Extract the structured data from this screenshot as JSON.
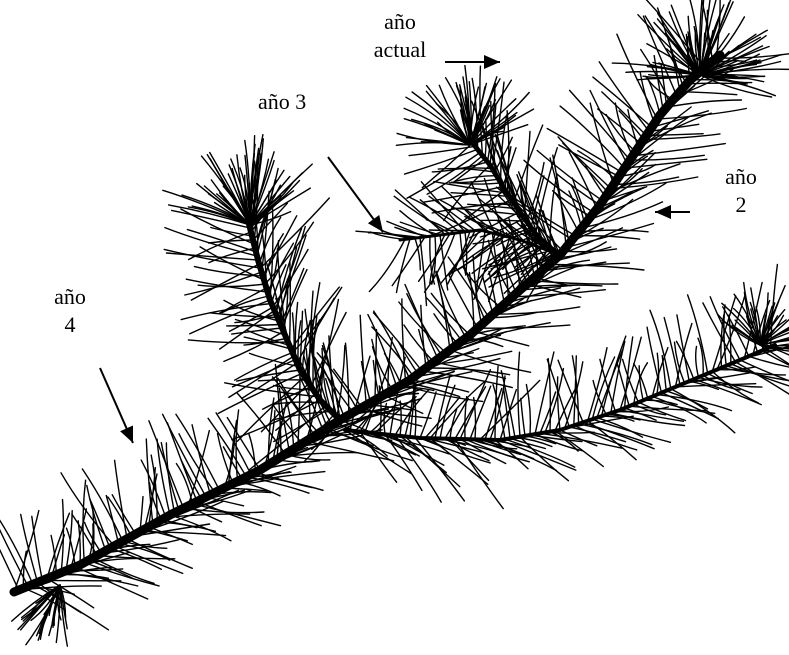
{
  "labels": {
    "current_year": {
      "line1": "año",
      "line2": "actual"
    },
    "year_3": "año 3",
    "year_2": {
      "line1": "año",
      "line2": "2"
    },
    "year_4": {
      "line1": "año",
      "line2": "4"
    }
  },
  "colors": {
    "ink": "#000000",
    "background": "#ffffff"
  }
}
